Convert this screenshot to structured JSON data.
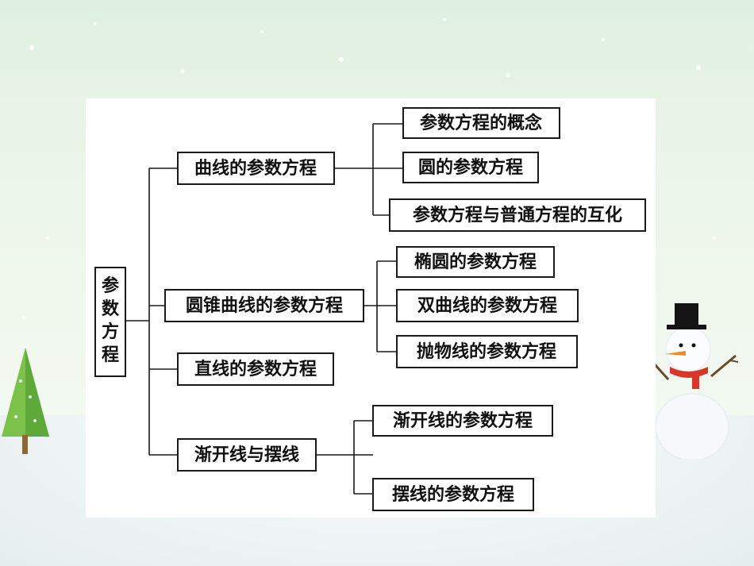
{
  "diagram": {
    "root": {
      "label": "参数方程"
    },
    "branches": [
      {
        "label": "曲线的参数方程",
        "children": [
          "参数方程的概念",
          "圆的参数方程",
          "参数方程与普通方程的互化"
        ]
      },
      {
        "label": "圆锥曲线的参数方程",
        "children": [
          "椭圆的参数方程",
          "双曲线的参数方程",
          "抛物线的参数方程"
        ]
      },
      {
        "label": "直线的参数方程",
        "children": []
      },
      {
        "label": "渐开线与摆线",
        "children": [
          "渐开线的参数方程",
          "摆线的参数方程"
        ]
      }
    ]
  }
}
